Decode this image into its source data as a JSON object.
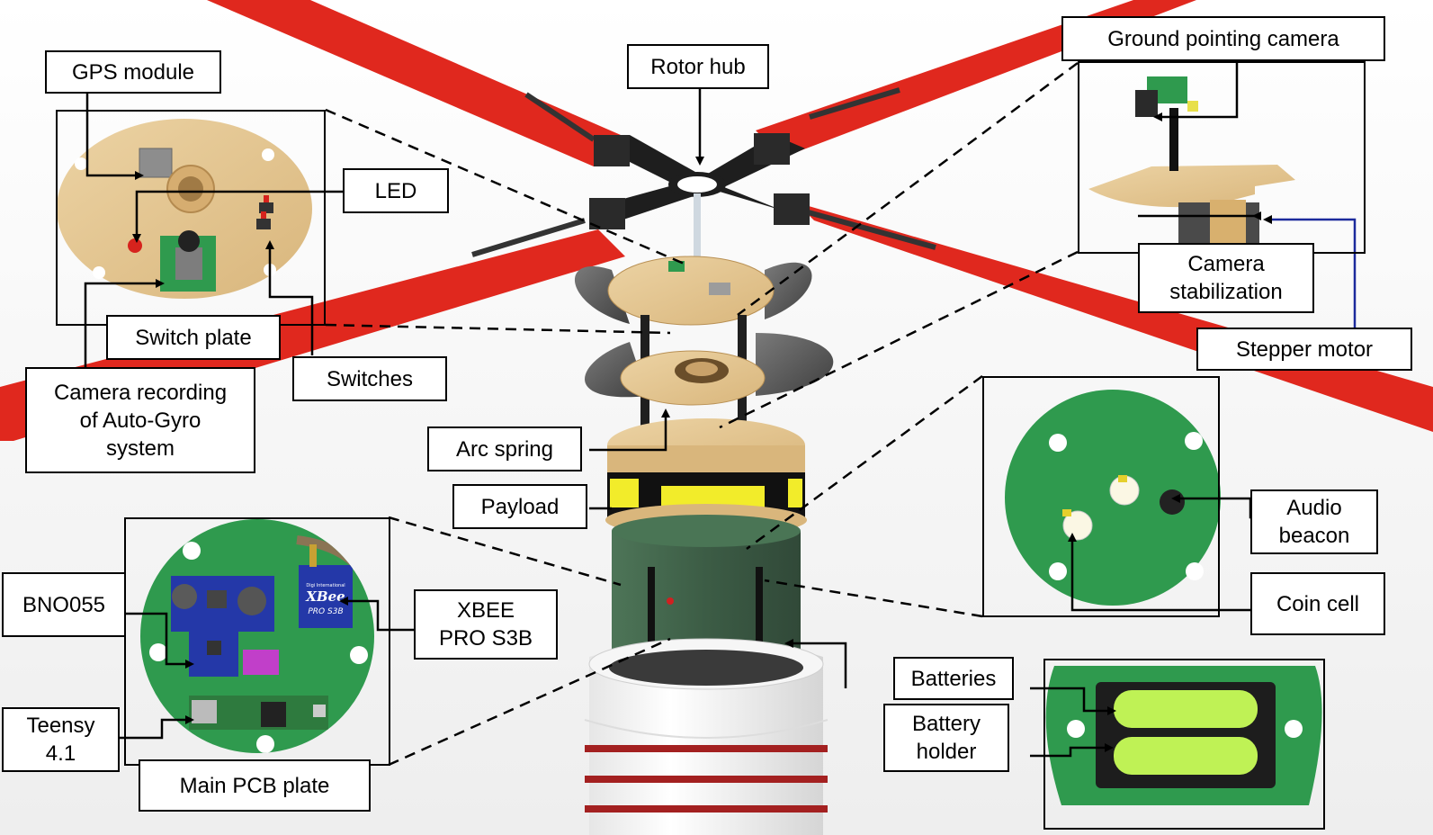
{
  "labels": {
    "gps_module": "GPS module",
    "rotor_hub": "Rotor hub",
    "ground_camera": "Ground pointing camera",
    "led": "LED",
    "camera_stabilization": "Camera\nstabilization",
    "stepper_motor": "Stepper motor",
    "switch_plate": "Switch plate",
    "switches": "Switches",
    "camera_recording": "Camera recording\nof Auto-Gyro\nsystem",
    "arc_spring": "Arc spring",
    "payload": "Payload",
    "audio_beacon": "Audio\nbeacon",
    "coin_cell": "Coin cell",
    "bno055": "BNO055",
    "xbee": "XBEE\nPRO S3B",
    "teensy": "Teensy\n4.1",
    "main_pcb_plate": "Main PCB plate",
    "batteries": "Batteries",
    "battery_holder": "Battery\nholder"
  },
  "xbee_chip": {
    "brand": "Digi International",
    "name": "XBee",
    "model": "PRO S3B"
  },
  "colors": {
    "blade_red": "#e0281e",
    "wood": "#e2c48f",
    "pcb_green": "#2f9a4e",
    "module_blue": "#2438a8",
    "tube_green": "#2f5a3a",
    "yellow_tape": "#f2ec2a",
    "stepper_wire": "#1c2a9c"
  }
}
